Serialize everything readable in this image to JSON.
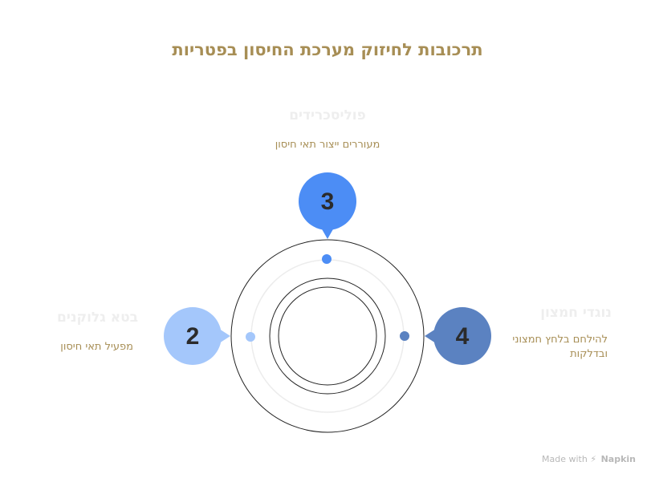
{
  "title": "תרכובות לחיזוק מערכת החיסון בפטריות",
  "items": [
    {
      "number": "3",
      "title": "פוליסכרידים",
      "description": "מעוררים ייצור תאי חיסון",
      "color": "#4c8df5"
    },
    {
      "number": "2",
      "title": "בטא גלוקנים",
      "description": "מפעיל תאי חיסון",
      "color": "#a4c7fb"
    },
    {
      "number": "4",
      "title": "נוגדי חמצון",
      "description": "להילחם בלחץ חמצוני ובדלקות",
      "color": "#5b82c1"
    }
  ],
  "footer": {
    "made_with": "Made with",
    "brand": "Napkin"
  }
}
